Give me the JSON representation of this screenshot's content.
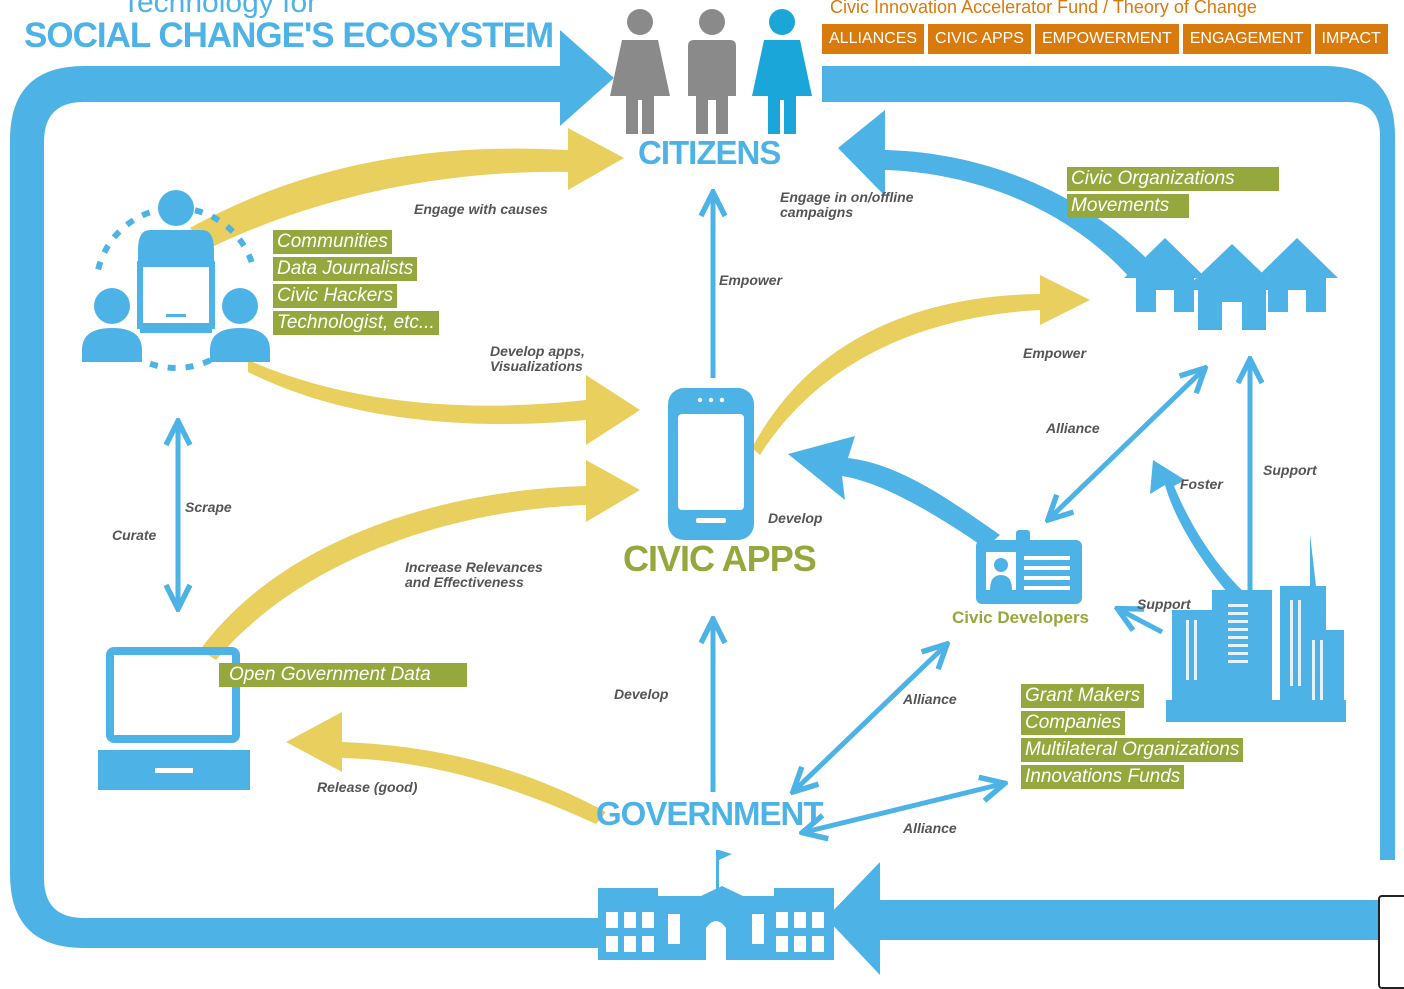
{
  "header": {
    "title_line1": "Technology for",
    "title_line2": "SOCIAL CHANGE'S ECOSYSTEM",
    "subtitle": "Civic Innovation Accelerator Fund / Theory of Change",
    "tabs": [
      "ALLIANCES",
      "CIVIC APPS",
      "EMPOWERMENT",
      "ENGAGEMENT",
      "IMPACT"
    ]
  },
  "nodes": {
    "citizens": "CITIZENS",
    "civic_apps": "CIVIC APPS",
    "government": "GOVERNMENT",
    "civic_developers": "Civic Developers"
  },
  "tags": {
    "community": [
      "Communities",
      "Data Journalists",
      "Civic Hackers",
      "Technologist, etc..."
    ],
    "organizations": [
      "Civic Organizations",
      "Movements"
    ],
    "open_data": [
      "Open Government Data"
    ],
    "funders": [
      "Grant Makers",
      "Companies",
      "Multilateral Organizations",
      "Innovations Funds"
    ]
  },
  "edges": {
    "engage_with_causes": "Engage with causes",
    "engage_campaigns": "Engage in on/offline campaigns",
    "empower_citizens": "Empower",
    "develop_apps": "Develop apps, Visualizations",
    "empower_orgs": "Empower",
    "alliance_orgs_devs": "Alliance",
    "foster": "Foster",
    "support_orgs": "Support",
    "scrape": "Scrape",
    "curate": "Curate",
    "develop_devs": "Develop",
    "increase_relevance": "Increase Relevances and Effectiveness",
    "support_devs": "Support",
    "develop_gov": "Develop",
    "alliance_gov_devs": "Alliance",
    "release": "Release (good)",
    "alliance_gov_funders": "Alliance"
  },
  "colors": {
    "blue": "#4db3e6",
    "yellow": "#e8cf5e",
    "green": "#95a83d",
    "orange": "#d97a0c",
    "gray": "#8a8a8a",
    "label": "#555555"
  },
  "icons": [
    "people-icon",
    "community-icon",
    "laptop-icon",
    "smartphone-icon",
    "houses-icon",
    "id-card-icon",
    "city-buildings-icon",
    "government-building-icon"
  ]
}
